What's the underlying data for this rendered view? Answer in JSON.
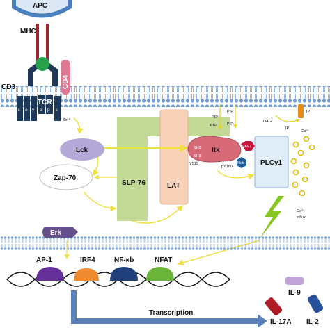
{
  "labels": {
    "apc": "APC",
    "mhc": "MHC",
    "cd3": "CD3",
    "tcr": "TCR",
    "cd4": "CD4",
    "cd3_chains": [
      "ε",
      "δ",
      "γ",
      "ε"
    ],
    "tcr_chains": [
      "α",
      "β"
    ],
    "zn": "Zn²⁺",
    "lck": "Lck",
    "zap70": "Zap-70",
    "slp76": "SLP-76",
    "lat": "LAT",
    "itk": "Itk",
    "sh2": "SH2",
    "sh3": "SH3",
    "vav1": "VAV1",
    "nck": "Nck",
    "y511": "Y511",
    "y180": "pY180",
    "plcg1": "PLCγ1",
    "pip2_left": "PIP",
    "pip3_left": "PIP",
    "pip2_mid": "PIP",
    "pip3_mid": "PIP",
    "dag": "DAG",
    "ip3": "IP",
    "ip3r": "IP",
    "ca": "Ca²⁺",
    "ca_influx": "Ca²⁺",
    "influx": "influx",
    "erk": "Erk",
    "ap1": "AP-1",
    "irf4": "IRF4",
    "nfkb": "NF-κb",
    "nfat": "NFAT",
    "il9": "IL-9",
    "il17a": "IL-17A",
    "il2": "IL-2",
    "transcription": "Transcription"
  },
  "colors": {
    "apc": "#4a7fc0",
    "apc_fill": "#dce8f5",
    "membrane_head": "#6e9ad6",
    "mhc": "#a0242e",
    "tcr": "#1e3858",
    "peptide": "#26a34a",
    "cd4": "#e07894",
    "lck": "#b4a8d8",
    "zap70": "#ffffff",
    "slp76": "#bcd68c",
    "lat": "#f8d2b8",
    "itk": "#d86a78",
    "vav1": "#cc1840",
    "nck": "#1c5c98",
    "plcg1": "#e0ecf8",
    "ip3r": "#e88a18",
    "ca": "#e6b800",
    "lightning": "#86c61e",
    "erk": "#66508c",
    "ap1": "#66309a",
    "irf4": "#f08a30",
    "nfkb": "#1f3f7a",
    "nfat": "#6ab43a",
    "il9": "#c0a4d8",
    "il17a": "#b01c24",
    "il2": "#26509a",
    "arrow": "#f0e040",
    "transcription_arrow": "#5b7fb8"
  }
}
